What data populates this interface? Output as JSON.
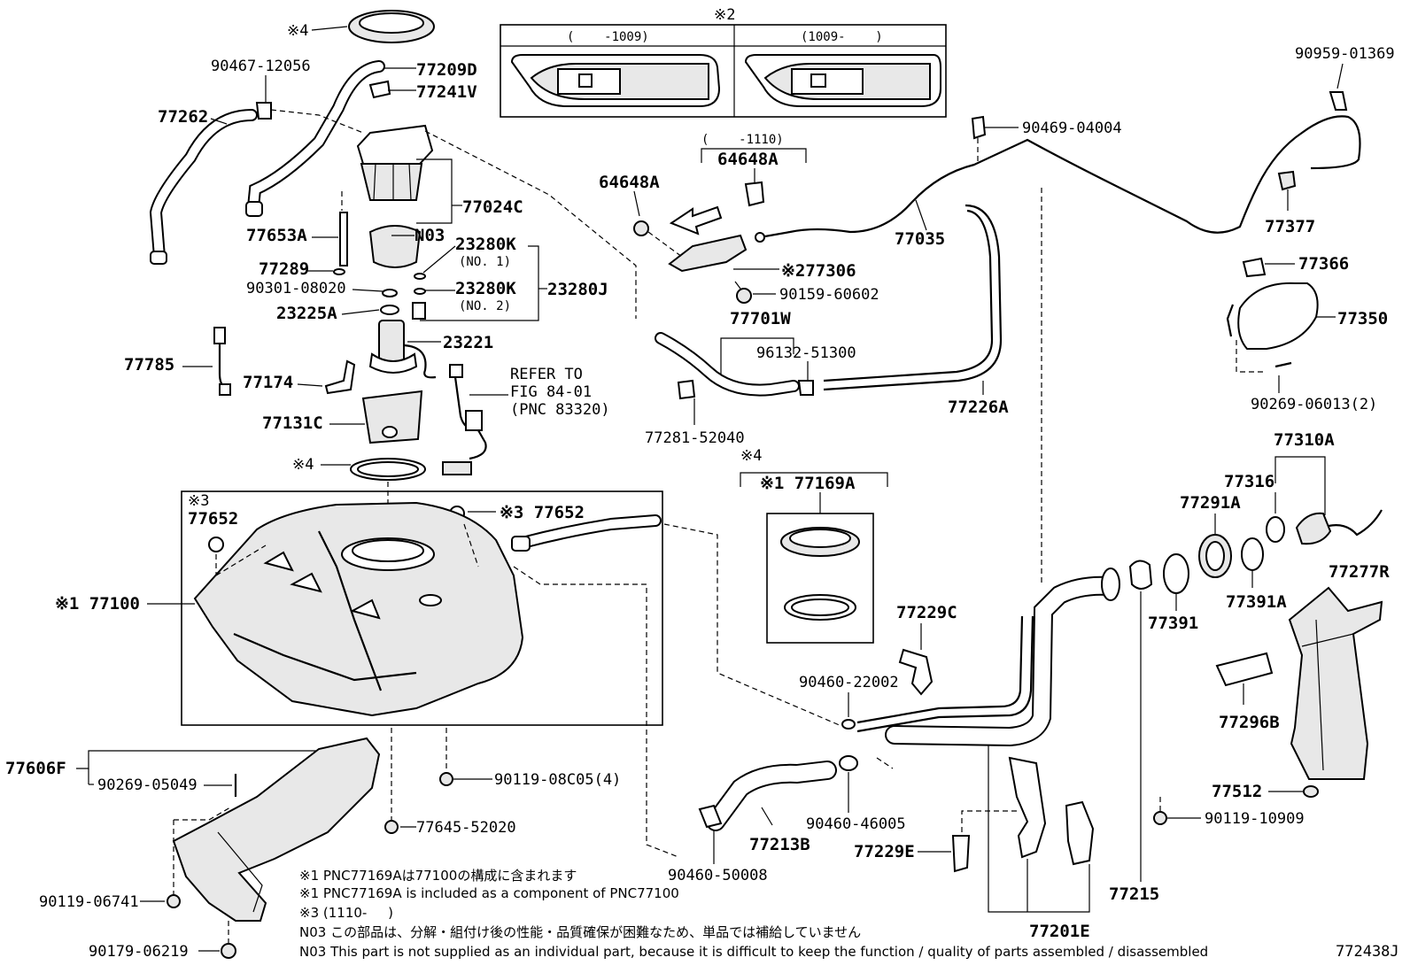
{
  "diagram_id": "772438J",
  "inset": {
    "mark": "※2",
    "left_range": "(    -1009)",
    "right_range": "(1009-    )"
  },
  "labels": {
    "mark4_top": "※4",
    "p90467": "90467-12056",
    "p77209D": "77209D",
    "p77241V": "77241V",
    "p77262": "77262",
    "p77024C": "77024C",
    "p77653A": "77653A",
    "pN03": "N03",
    "p23280K1": "23280K",
    "p23280K1_sub": "(NO. 1)",
    "p77289": "77289",
    "p90301": "90301-08020",
    "p23280K2": "23280K",
    "p23280K2_sub": "(NO. 2)",
    "p23280J": "23280J",
    "p23225A": "23225A",
    "p23221": "23221",
    "p77785": "77785",
    "p77174": "77174",
    "refer1": "REFER TO",
    "refer2": "FIG 84-01",
    "refer3": "(PNC 83320)",
    "p77131C": "77131C",
    "mark4_mid": "※4",
    "range1110": "(    -1110)",
    "p64648A_top": "64648A",
    "p64648A_left": "64648A",
    "p77306": "※277306",
    "p90159": "90159-60602",
    "p77035": "77035",
    "p90469": "90469-04004",
    "p90959": "90959-01369",
    "p77377": "77377",
    "p77366": "77366",
    "p77350": "77350",
    "p90269_06013": "90269-06013(2)",
    "p77701W": "77701W",
    "p96132": "96132-51300",
    "p77281": "77281-52040",
    "p77226A": "77226A",
    "mark4_kit": "※4",
    "p77169A": "※1 77169A",
    "p77310A": "77310A",
    "p77316": "77316",
    "p77291A": "77291A",
    "p77391A": "77391A",
    "p77391": "77391",
    "p77277R": "77277R",
    "p77296B": "77296B",
    "p77512": "77512",
    "p90119_10909": "90119-10909",
    "p77229C": "77229C",
    "p90460_22002": "90460-22002",
    "p90460_46005": "90460-46005",
    "p77229E": "77229E",
    "p77213B": "77213B",
    "p90460_50008": "90460-50008",
    "p77215": "77215",
    "p77201E": "77201E",
    "mark3_tank": "※3",
    "p77652_left": "77652",
    "p77652_right": "※3 77652",
    "p77100": "※1 77100",
    "p77606F": "77606F",
    "p90269_05049": "90269-05049",
    "p90119_08C05": "90119-08C05(4)",
    "p77645": "77645-52020",
    "p90119_06741": "90119-06741",
    "p90179": "90179-06219"
  },
  "notes": [
    "※1  PNC77169Aは77100の構成に含まれます",
    "※1  PNC77169A is included as a component of PNC77100",
    "※3  (1110-     )",
    "N03 この部品は、分解・組付け後の性能・品質確保が困難なため、単品では補給していません",
    "N03 This part is not supplied as an individual part, because it is difficult to keep the function / quality of parts assembled / disassembled"
  ]
}
